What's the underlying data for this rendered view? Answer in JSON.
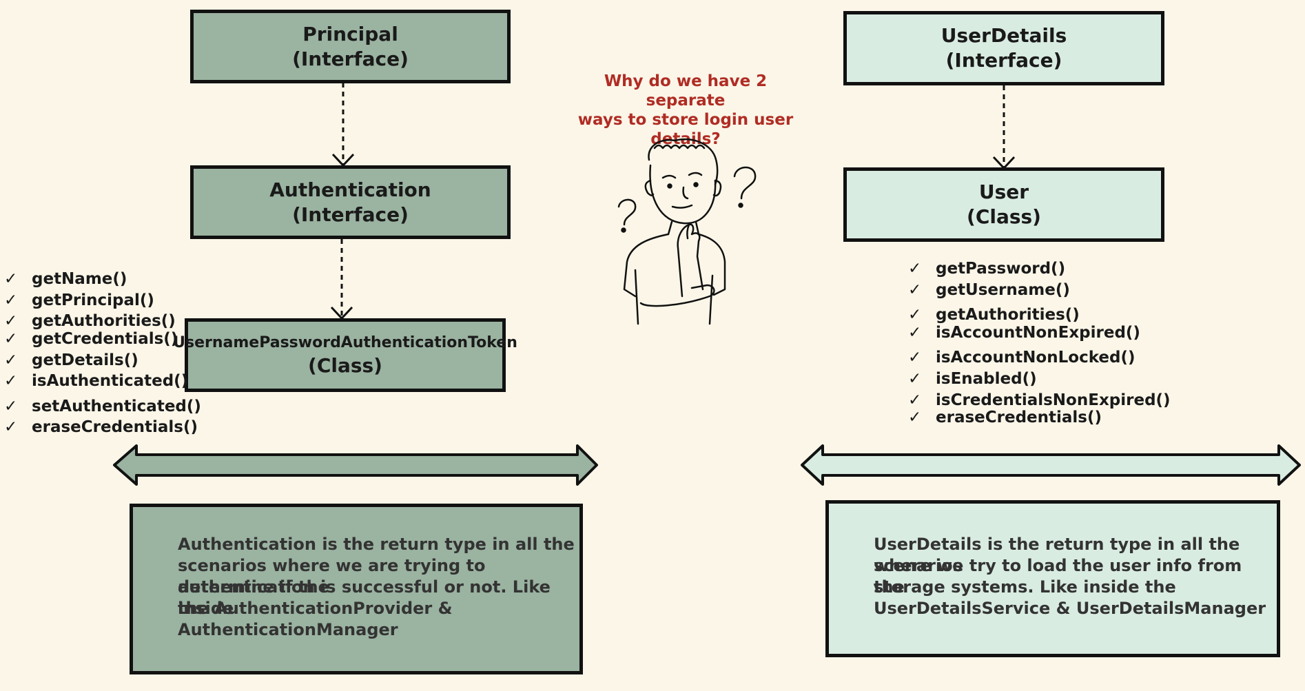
{
  "left": {
    "principal": {
      "title": "Principal",
      "kind": "(Interface)"
    },
    "authentication": {
      "title": "Authentication",
      "kind": "(Interface)"
    },
    "token": {
      "title": "UsernamePasswordAuthenticationToken",
      "kind": "(Class)"
    },
    "methods": [
      "getName()",
      "getPrincipal()",
      "getAuthorities()",
      "getCredentials()",
      "getDetails()",
      "isAuthenticated()",
      "setAuthenticated()",
      "eraseCredentials()"
    ],
    "description": [
      "Authentication is the return type in all the",
      "scenarios where we are trying to determine if the",
      "authentication is successful or not. Like inside",
      "the AuthenticationProvider &",
      "AuthenticationManager"
    ]
  },
  "right": {
    "userdetails": {
      "title": "UserDetails",
      "kind": "(Interface)"
    },
    "user": {
      "title": "User",
      "kind": "(Class)"
    },
    "methods": [
      "getPassword()",
      "getUsername()",
      "getAuthorities()",
      "isAccountNonExpired()",
      "isAccountNonLocked()",
      "isEnabled()",
      "isCredentialsNonExpired()",
      "eraseCredentials()"
    ],
    "description": [
      "UserDetails is the return type in all the scenarios",
      "where we try to load the user info from the",
      "storage systems. Like inside the",
      "UserDetailsService & UserDetailsManager"
    ]
  },
  "question": {
    "lines": [
      "Why do we have 2 separate",
      "ways to store login user",
      "details?"
    ]
  },
  "tick": "✓",
  "colors": {
    "dark_box": "#9bb3a1",
    "light_box": "#d9ece2",
    "question": "#b02c24",
    "background": "#fbf6e8"
  }
}
